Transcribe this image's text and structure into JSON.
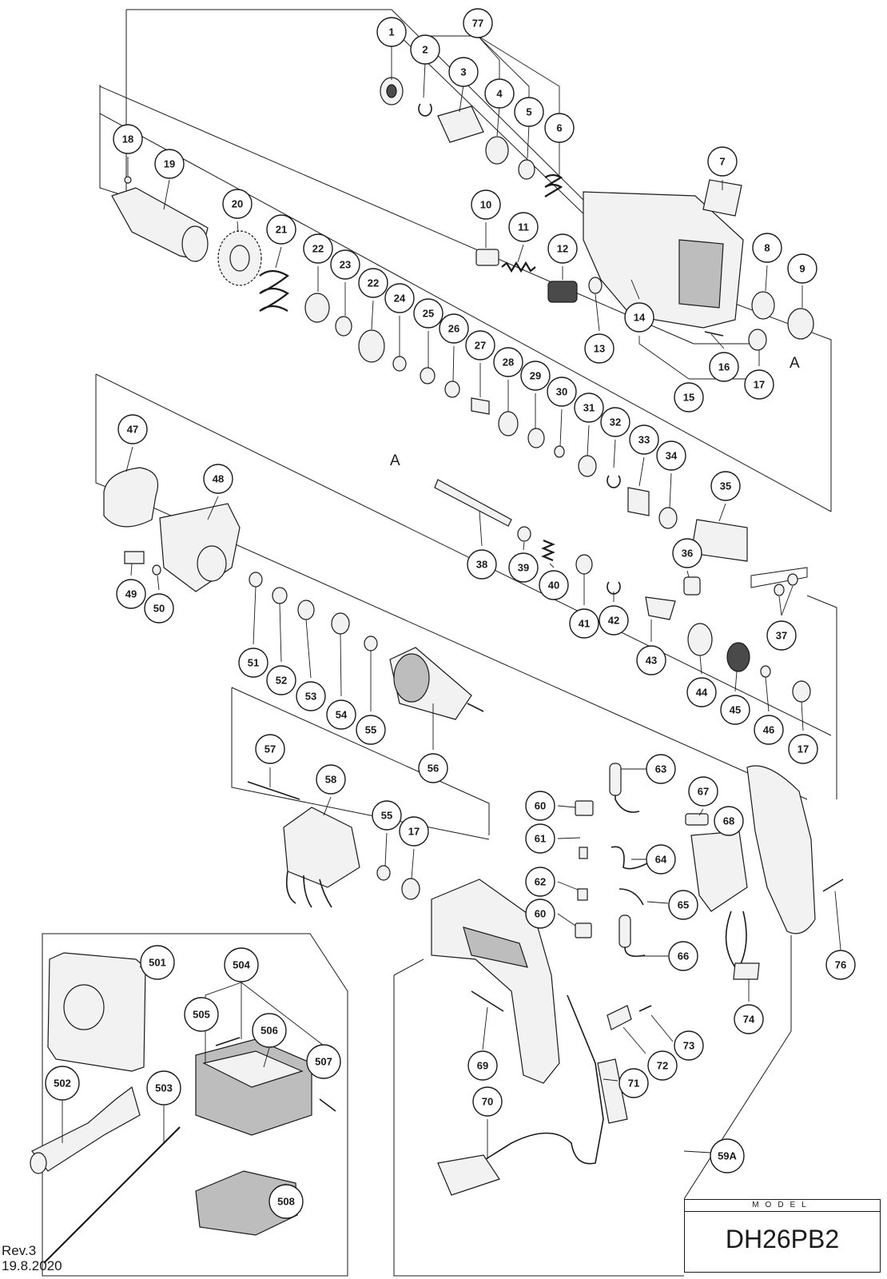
{
  "model": {
    "header": "MODEL",
    "name": "DH26PB2"
  },
  "revision": {
    "label": "Rev.3",
    "date": "19.8.2020"
  },
  "reference_marks": [
    "A",
    "A"
  ],
  "callouts": [
    "1",
    "2",
    "77",
    "3",
    "4",
    "5",
    "6",
    "18",
    "19",
    "7",
    "10",
    "11",
    "12",
    "20",
    "21",
    "22",
    "23",
    "22",
    "8",
    "9",
    "13",
    "14",
    "24",
    "25",
    "26",
    "16",
    "17",
    "15",
    "27",
    "28",
    "29",
    "30",
    "31",
    "32",
    "33",
    "34",
    "47",
    "48",
    "35",
    "36",
    "38",
    "39",
    "40",
    "41",
    "42",
    "43",
    "37",
    "49",
    "50",
    "51",
    "52",
    "53",
    "54",
    "55",
    "56",
    "44",
    "45",
    "46",
    "17",
    "57",
    "58",
    "63",
    "55",
    "17",
    "60",
    "61",
    "62",
    "60",
    "64",
    "65",
    "66",
    "67",
    "68",
    "76",
    "501",
    "504",
    "505",
    "506",
    "507",
    "69",
    "73",
    "72",
    "71",
    "74",
    "502",
    "503",
    "70",
    "508",
    "59A"
  ]
}
